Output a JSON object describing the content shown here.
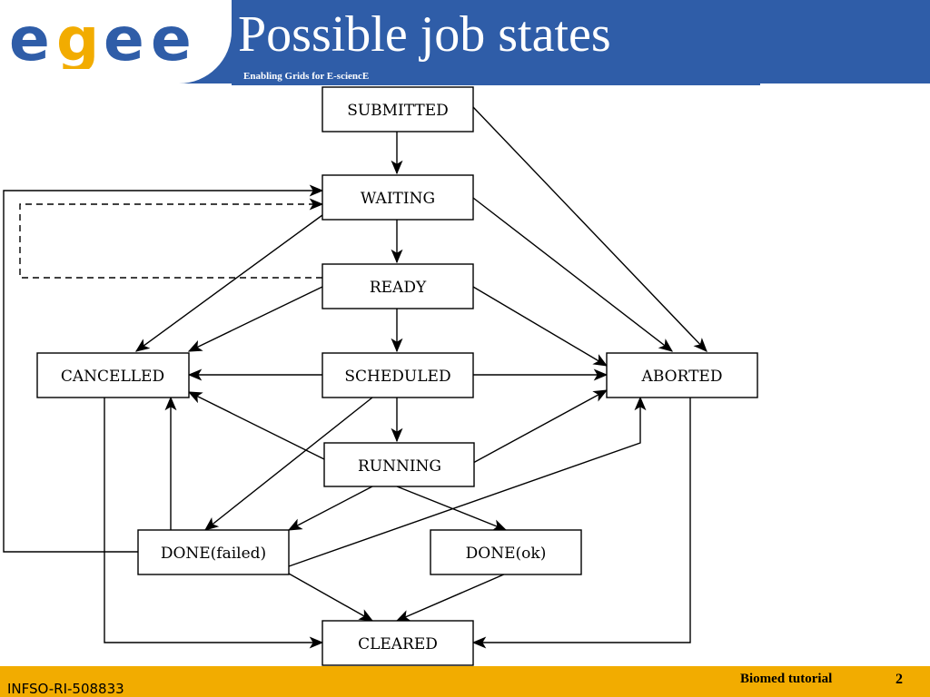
{
  "header": {
    "title": "Possible job states",
    "subtitle": "Enabling Grids for E-sciencE",
    "logo_text": "egee",
    "colors": {
      "band": "#2f5da8",
      "logo_blue": "#2f5da8",
      "logo_orange": "#f2ac00"
    }
  },
  "diagram": {
    "states": {
      "submitted": "SUBMITTED",
      "waiting": "WAITING",
      "ready": "READY",
      "scheduled": "SCHEDULED",
      "running": "RUNNING",
      "cancelled": "CANCELLED",
      "aborted": "ABORTED",
      "done_failed": "DONE(failed)",
      "done_ok": "DONE(ok)",
      "cleared": "CLEARED"
    }
  },
  "footer": {
    "project_id": "INFSO-RI-508833",
    "event": "Biomed tutorial",
    "page": "2",
    "color": "#f2ac00"
  }
}
